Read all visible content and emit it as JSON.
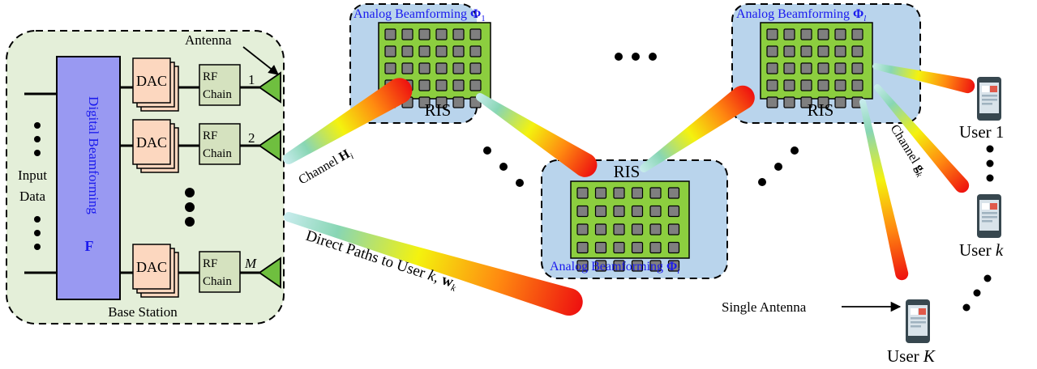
{
  "base_station": {
    "label": "Base Station",
    "digital_beamforming_label": "Digital Beamforming",
    "digital_beamforming_symbol": "F",
    "input_label_line1": "Input",
    "input_label_line2": "Data",
    "dac_label": "DAC",
    "rf_chain_line1": "RF",
    "rf_chain_line2": "Chain",
    "antenna_label": "Antenna",
    "antenna_index_1": "1",
    "antenna_index_2": "2",
    "antenna_index_m": "M"
  },
  "ris": {
    "label": "RIS",
    "beamforming_prefix": "Analog Beamforming ",
    "phi_symbol": "Φ",
    "sub_1": "1",
    "sub_i": "i",
    "sub_l": "l"
  },
  "channels": {
    "h_prefix": "Channel ",
    "h_symbol": "H",
    "h_sub": "i",
    "g_prefix": "Channel ",
    "g_symbol": "g",
    "g_sub": "k",
    "direct_prefix": "Direct Paths to User ",
    "direct_k": "k",
    "direct_sep": ", ",
    "direct_w": "w",
    "direct_w_sub": "k"
  },
  "users": {
    "prefix": "User ",
    "user_1_index": "1",
    "user_k_index": "k",
    "user_K_index": "K",
    "single_antenna_label": "Single Antenna"
  },
  "colors": {
    "base_station_fill": "#e4efd9",
    "digital_beamforming_fill": "#9999f2",
    "dac_fill": "#fcd7bf",
    "rf_chain_fill": "#d5e2bf",
    "antenna_fill": "#6fbf3f",
    "ris_panel_fill": "#b9d4ec",
    "ris_grid_fill": "#8cce3f",
    "ris_element_fill": "#7f7f7f",
    "blue_text": "#1a1aee"
  }
}
